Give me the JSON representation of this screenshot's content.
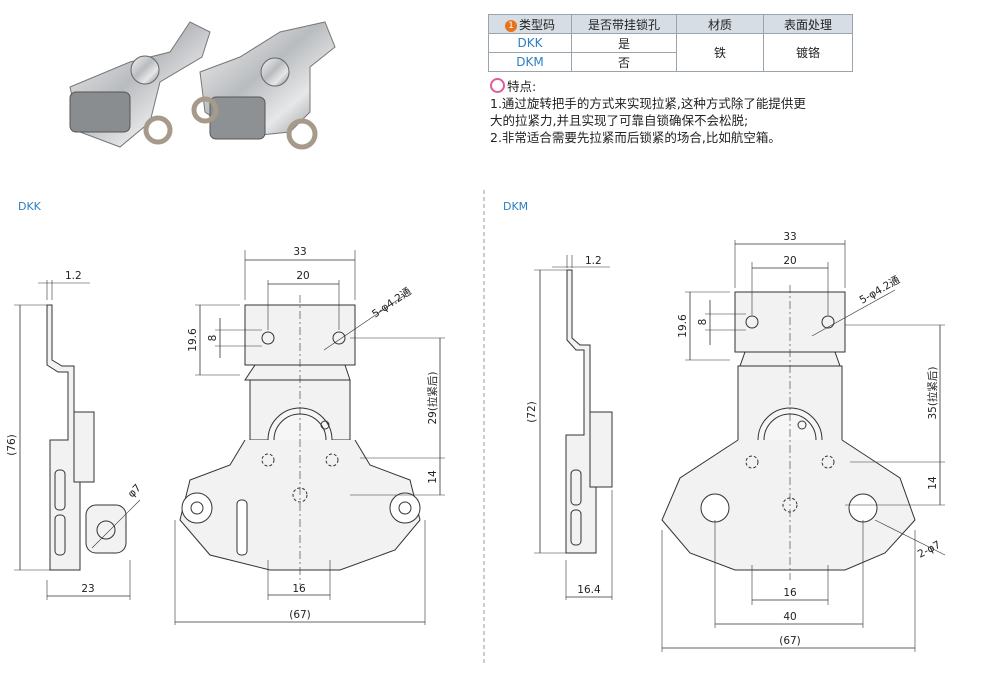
{
  "spec_table": {
    "header_badge": "1",
    "headers": [
      "类型码",
      "是否带挂锁孔",
      "材质",
      "表面处理"
    ],
    "rows": [
      {
        "code": "DKK",
        "padlock": "是"
      },
      {
        "code": "DKM",
        "padlock": "否"
      }
    ],
    "material": "铁",
    "surface": "镀铬"
  },
  "features": {
    "title": "特点:",
    "lines": [
      "1.通过旋转把手的方式来实现拉紧,这种方式除了能提供更",
      "大的拉紧力,并且实现了可靠自锁确保不会松脱;",
      "2.非常适合需要先拉紧而后锁紧的场合,比如航空箱。"
    ]
  },
  "drawings": {
    "dkk": {
      "label": "DKK",
      "dims": {
        "thickness": "1.2",
        "total_height": "(76)",
        "side_depth": "23",
        "ring_dia": "φ7",
        "width_outer": "33",
        "width_inner": "20",
        "hole_pitch_v": "8",
        "plate_height": "19.6",
        "holes": "5-φ4.2通",
        "pull_distance": "29(拉紧后)",
        "lower_offset": "14",
        "bottom_pitch": "16",
        "total_width": "(67)"
      }
    },
    "dkm": {
      "label": "DKM",
      "dims": {
        "thickness": "1.2",
        "total_height": "(72)",
        "side_depth": "16.4",
        "width_outer": "33",
        "width_inner": "20",
        "hole_pitch_v": "8",
        "plate_height": "19.6",
        "holes": "5-φ4.2通",
        "pull_distance": "35(拉紧后)",
        "lower_offset": "14",
        "bottom_pitch": "16",
        "mid_width": "40",
        "side_holes": "2-φ7",
        "total_width": "(67)"
      }
    }
  }
}
